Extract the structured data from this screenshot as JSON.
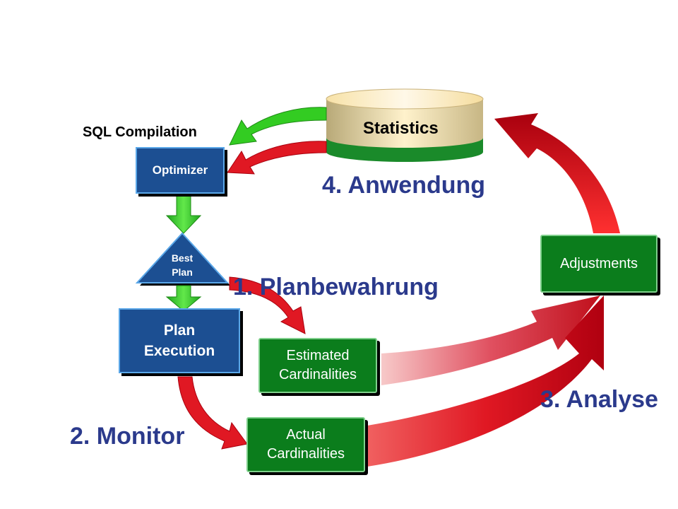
{
  "nodes": {
    "statistics": "Statistics",
    "sql_compilation": "SQL Compilation",
    "optimizer": "Optimizer",
    "best_plan_1": "Best",
    "best_plan_2": "Plan",
    "plan_execution_1": "Plan",
    "plan_execution_2": "Execution",
    "estimated_1": "Estimated",
    "estimated_2": "Cardinalities",
    "actual_1": "Actual",
    "actual_2": "Cardinalities",
    "adjustments": "Adjustments"
  },
  "steps": {
    "step1": "1. Planbewahrung",
    "step2": "2. Monitor",
    "step3": "3. Analyse",
    "step4": "4. Anwendung"
  },
  "colors": {
    "blue_box": "#1c4f92",
    "green_box": "#0b7d1c",
    "red_arrow": "#e0202a",
    "green_arrow": "#33cc22",
    "step_text": "#2b3a8c"
  }
}
